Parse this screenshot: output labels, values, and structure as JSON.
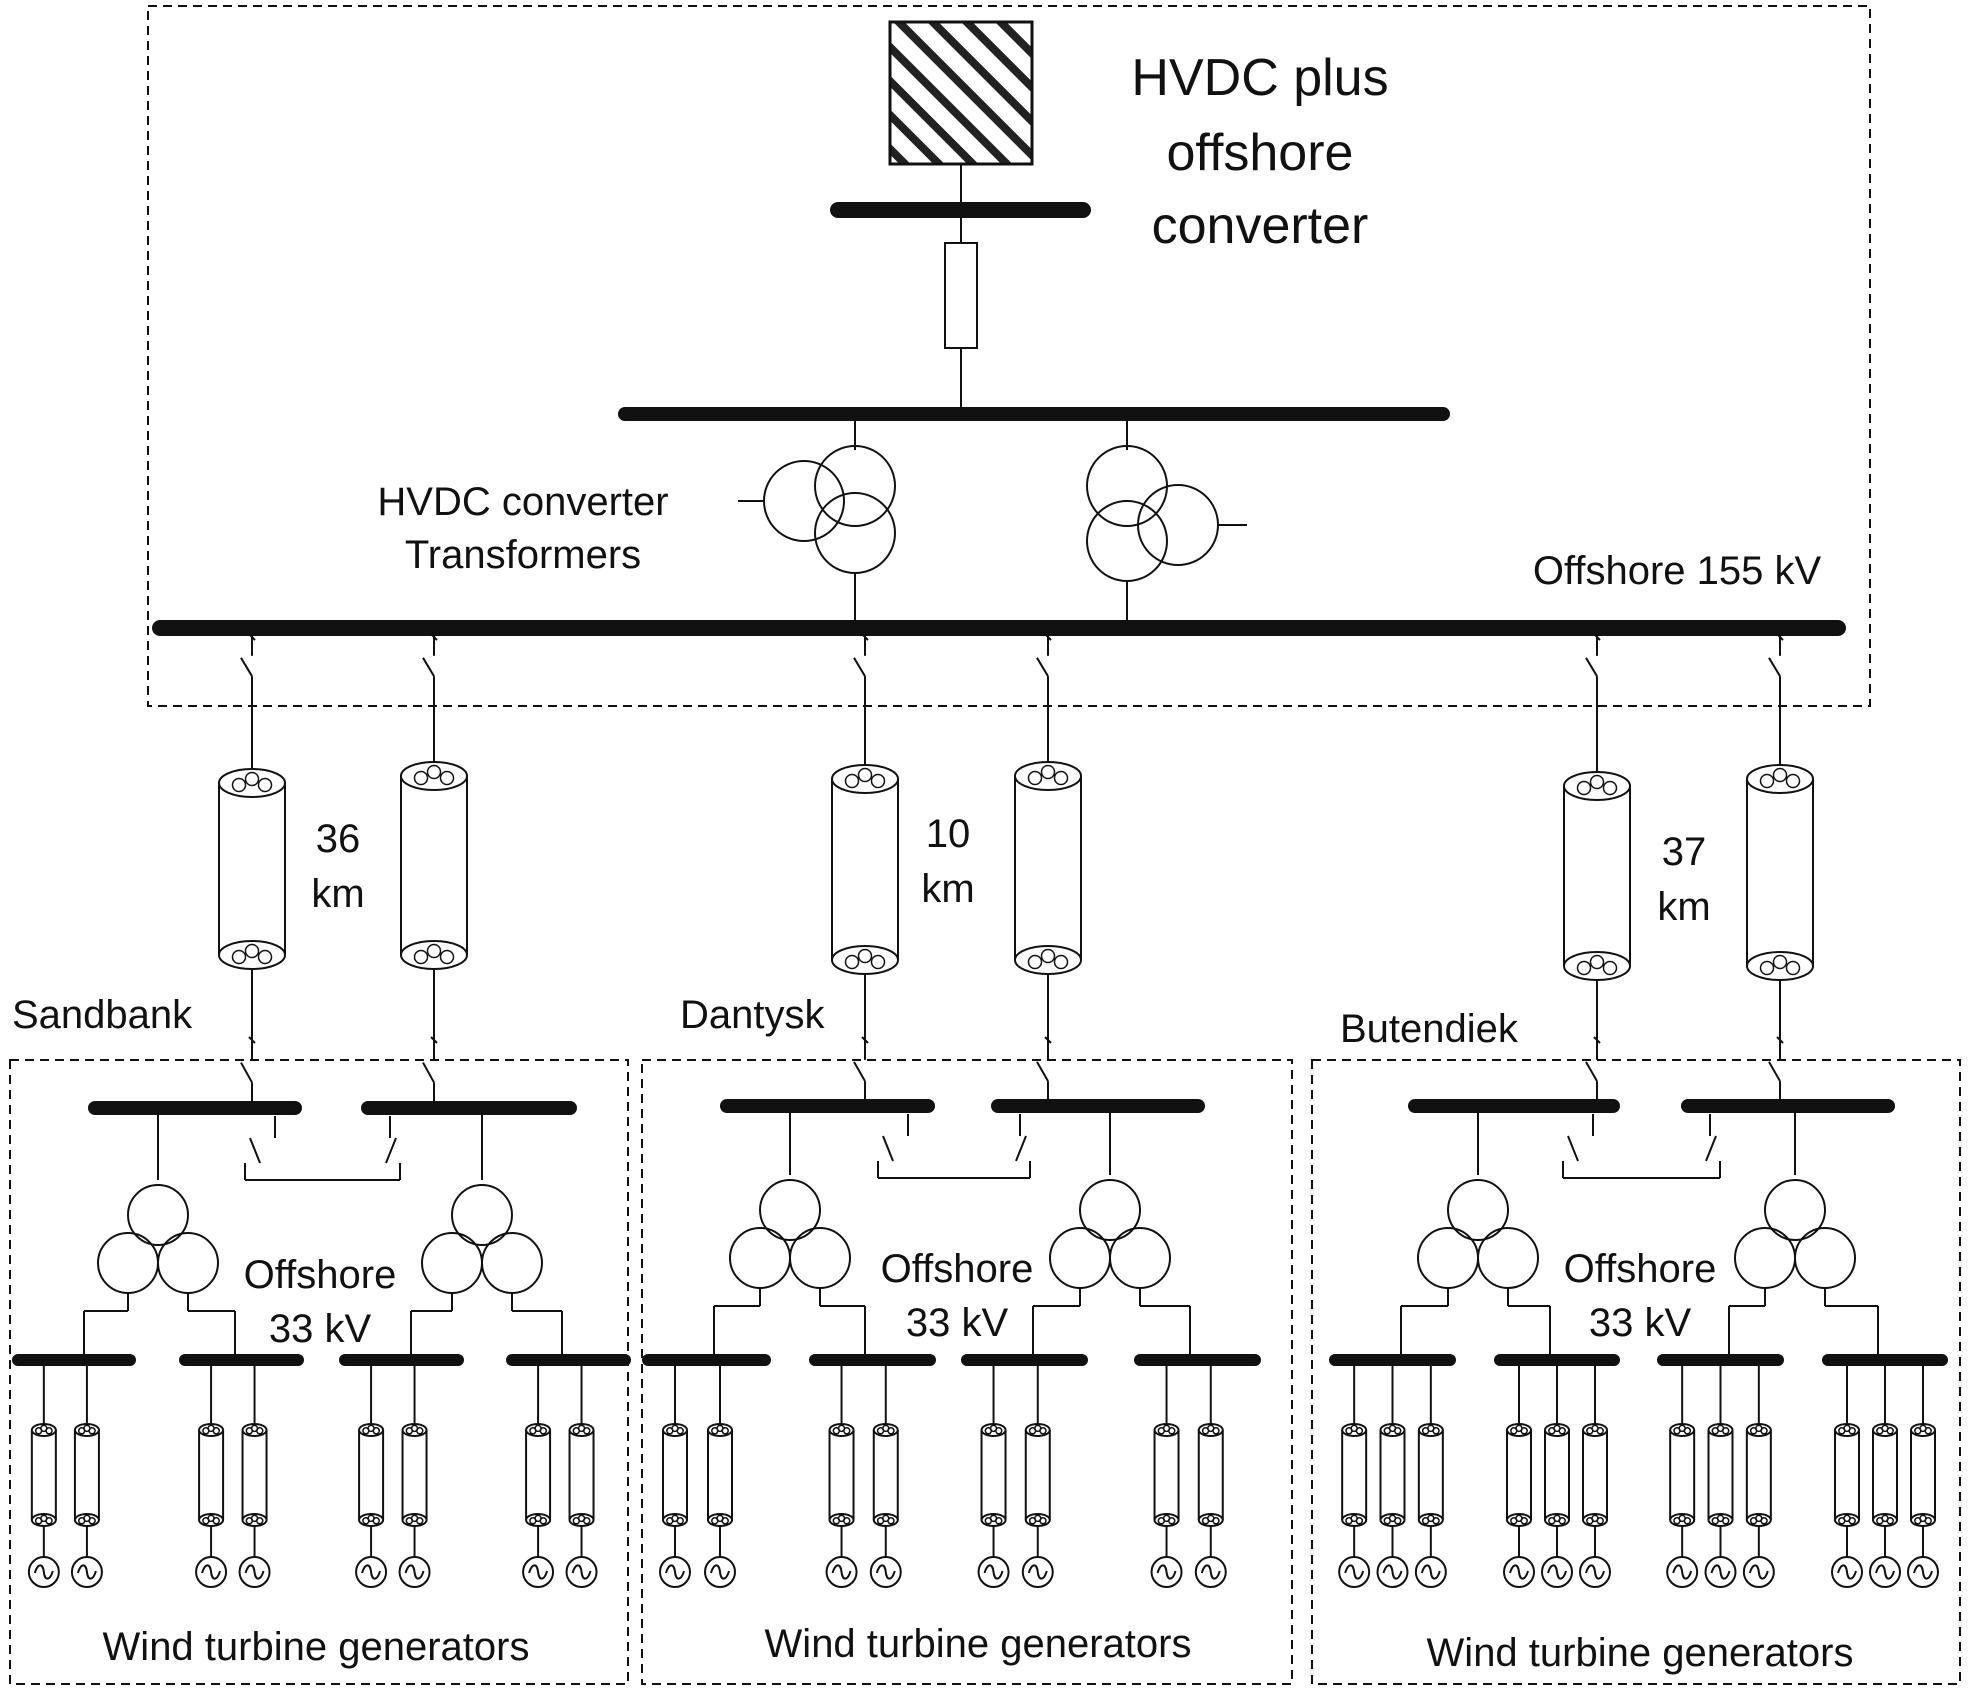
{
  "labels": {
    "hvdc_title": [
      "HVDC plus",
      "offshore",
      "converter"
    ],
    "converter_transformers": [
      "HVDC converter",
      "Transformers"
    ],
    "offshore_155": "Offshore 155 kV",
    "footer": "Wind turbine generators",
    "offshore_33": [
      "Offshore",
      "33 kV"
    ]
  },
  "farms": [
    {
      "name": "Sandbank",
      "distance": [
        "36",
        "km"
      ],
      "feeder_cables_per_bus": [
        2,
        2,
        2,
        2
      ]
    },
    {
      "name": "Dantysk",
      "distance": [
        "10",
        "km"
      ],
      "feeder_cables_per_bus": [
        2,
        2,
        2,
        2
      ]
    },
    {
      "name": "Butendiek",
      "distance": [
        "37",
        "km"
      ],
      "feeder_cables_per_bus": [
        3,
        3,
        3,
        3
      ]
    }
  ],
  "colors": {
    "line": "#111111",
    "background": "#ffffff"
  }
}
